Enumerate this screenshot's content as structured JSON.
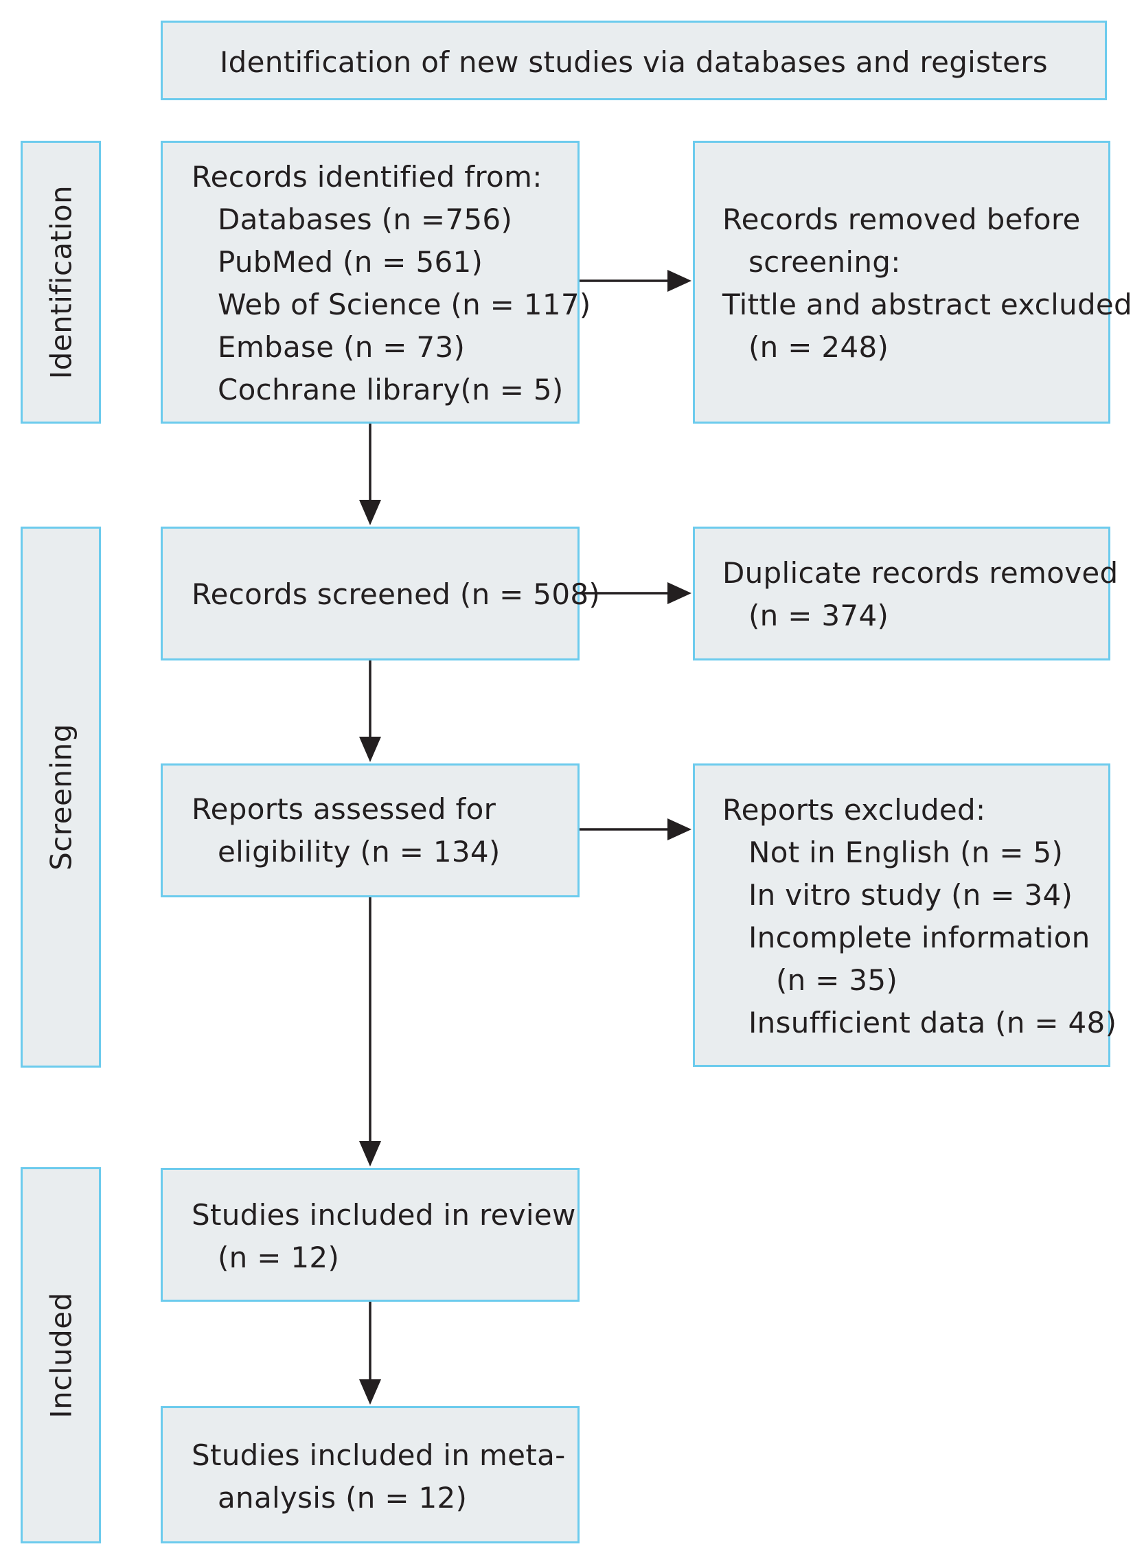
{
  "header": {
    "title": "Identification of new studies via databases and registers"
  },
  "phases": {
    "identification": "Identification",
    "screening": "Screening",
    "included": "Included"
  },
  "identified": {
    "heading": "Records identified from:",
    "items": [
      "Databases (n =756)",
      "PubMed (n = 561)",
      "Web of Science (n = 117)",
      "Embase (n = 73)",
      "Cochrane library(n = 5)"
    ]
  },
  "removed_before": {
    "line1": "Records removed before",
    "line2": "screening:",
    "line3": "Tittle and abstract excluded",
    "line4": "(n = 248)"
  },
  "screened": {
    "text": "Records screened (n = 508)"
  },
  "duplicates": {
    "line1": "Duplicate records removed",
    "line2": "(n = 374)"
  },
  "assessed": {
    "line1": "Reports assessed for",
    "line2": "eligibility (n = 134)"
  },
  "excluded": {
    "heading": "Reports excluded:",
    "items": [
      "Not in English (n = 5)",
      "In vitro study (n = 34)",
      "Incomplete information",
      "(n = 35)",
      "Insufficient data (n = 48)"
    ]
  },
  "review": {
    "line1": "Studies included in review",
    "line2": "(n = 12)"
  },
  "meta": {
    "line1": "Studies included in meta-",
    "line2": "analysis (n = 12)"
  }
}
